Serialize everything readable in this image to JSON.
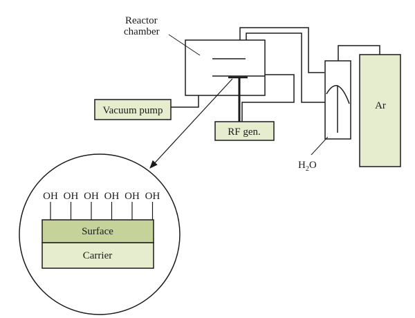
{
  "labels": {
    "reactor_line1": "Reactor",
    "reactor_line2": "chamber",
    "vacuum_pump": "Vacuum pump",
    "rf_gen": "RF gen.",
    "water_main": "H",
    "water_sub": "2",
    "water_tail": "O",
    "argon": "Ar",
    "surface": "Surface",
    "carrier": "Carrier"
  },
  "hydroxyl_groups": [
    "OH",
    "OH",
    "OH",
    "OH",
    "OH",
    "OH"
  ],
  "colors": {
    "box_fill": "#e6edcf",
    "surface_fill": "#c5d39a",
    "stroke": "#1a1a1a"
  }
}
